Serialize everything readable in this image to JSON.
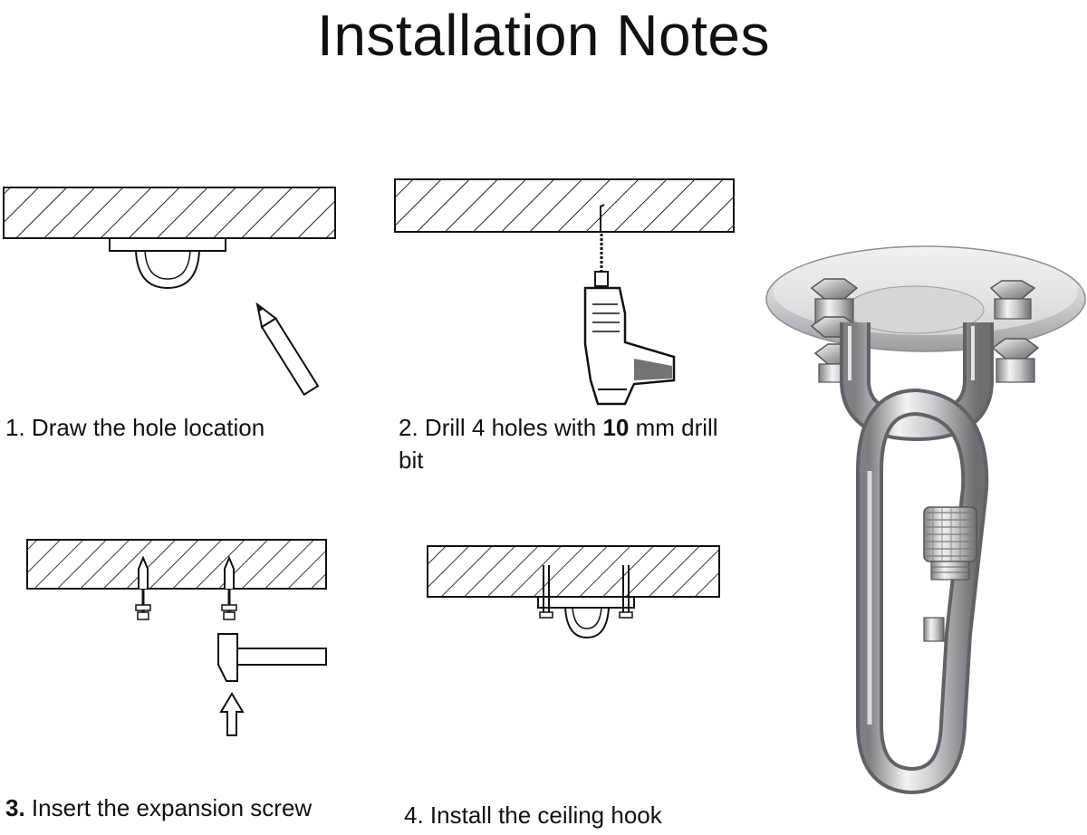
{
  "title": "Installation Notes",
  "steps": [
    {
      "num": "1.",
      "text": "Draw the hole location"
    },
    {
      "num": "2.",
      "text_before": "Drill 4 holes with ",
      "highlight": "10",
      "text_after": " mm drill",
      "text_line2": "bit"
    },
    {
      "num": "3.",
      "text": "Insert the expansion screw"
    },
    {
      "num": "4.",
      "text": "Install the ceiling hook"
    }
  ],
  "colors": {
    "ink": "#111111",
    "steel_light": "#e4e6e8",
    "steel_dark": "#6b6f74"
  },
  "icons": [
    "ceiling-hatch",
    "mount-plate",
    "pencil-icon",
    "drill-icon",
    "expansion-screw",
    "hammer-icon",
    "up-arrow-icon",
    "ceiling-hook-photo"
  ]
}
